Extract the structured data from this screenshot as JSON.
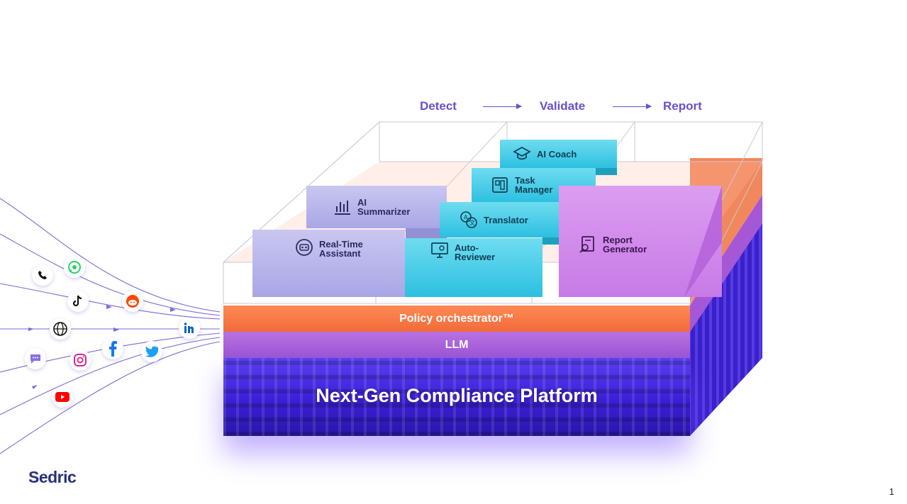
{
  "pipeline": {
    "step1": "Detect",
    "step2": "Validate",
    "step3": "Report"
  },
  "blocks": {
    "ai_summarizer": "AI\nSummarizer",
    "real_time_assistant": "Real-Time\nAssistant",
    "ai_coach": "AI Coach",
    "task_manager": "Task\nManager",
    "translator": "Translator",
    "auto_reviewer": "Auto-\nReviewer",
    "report_generator": "Report\nGenerator"
  },
  "layers": {
    "policy": "Policy orchestrator™",
    "llm": "LLM",
    "platform": "Next-Gen Compliance Platform"
  },
  "footer": {
    "logo": "Sedric",
    "page_number": "1"
  },
  "sources": [
    "phone-icon",
    "whatsapp-icon",
    "tiktok-icon",
    "reddit-icon",
    "web-icon",
    "linkedin-icon",
    "chat-icon",
    "instagram-icon",
    "facebook-icon",
    "twitter-icon",
    "youtube-icon"
  ],
  "colors": {
    "accent": "#6a4fd0",
    "policy": "#f26a3a",
    "llm": "#a95ad8",
    "platform": "#3b1fd6"
  }
}
